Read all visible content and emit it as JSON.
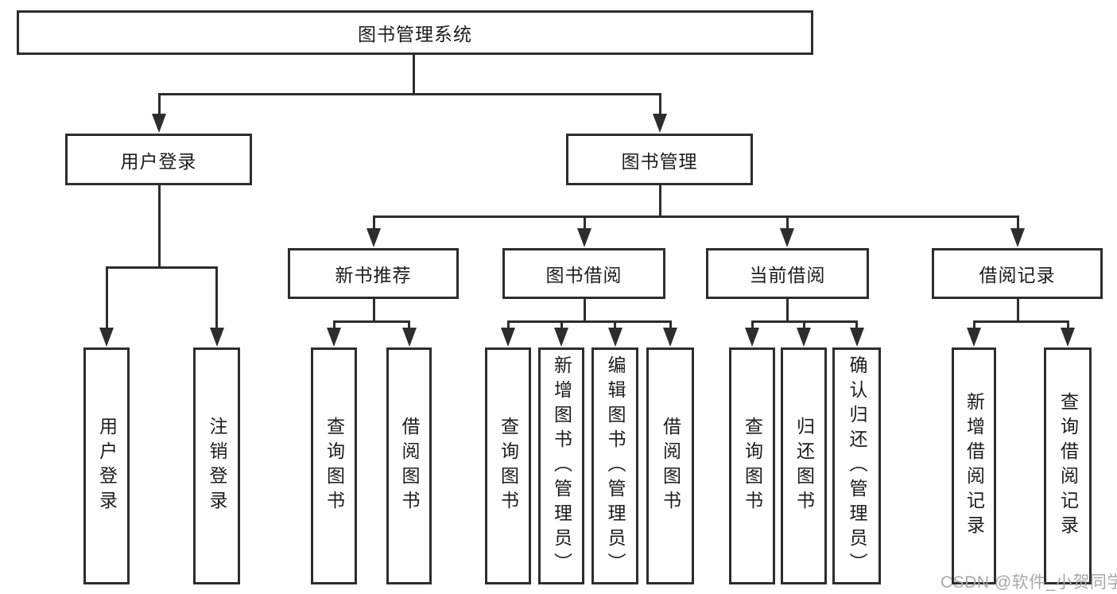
{
  "tree": {
    "root": {
      "label": "图书管理系统"
    },
    "branches": [
      {
        "label": "用户登录",
        "children": [
          "用户登录",
          "注销登录"
        ]
      },
      {
        "label": "图书管理",
        "sections": [
          {
            "label": "新书推荐",
            "children": [
              "查询图书",
              "借阅图书"
            ]
          },
          {
            "label": "图书借阅",
            "children": [
              "查询图书",
              "新增图书（管理员）",
              "编辑图书（管理员）",
              "借阅图书"
            ]
          },
          {
            "label": "当前借阅",
            "children": [
              "查询图书",
              "归还图书",
              "确认归还（管理员）"
            ]
          },
          {
            "label": "借阅记录",
            "children": [
              "新增借阅记录",
              "查询借阅记录"
            ]
          }
        ]
      }
    ]
  },
  "watermark": {
    "text": "CSDN @软件_小贺同学"
  },
  "colors": {
    "line": "#2d2d2d",
    "text": "#1c1c1c",
    "watermark": "#a8a8a8",
    "background": "#ffffff"
  }
}
